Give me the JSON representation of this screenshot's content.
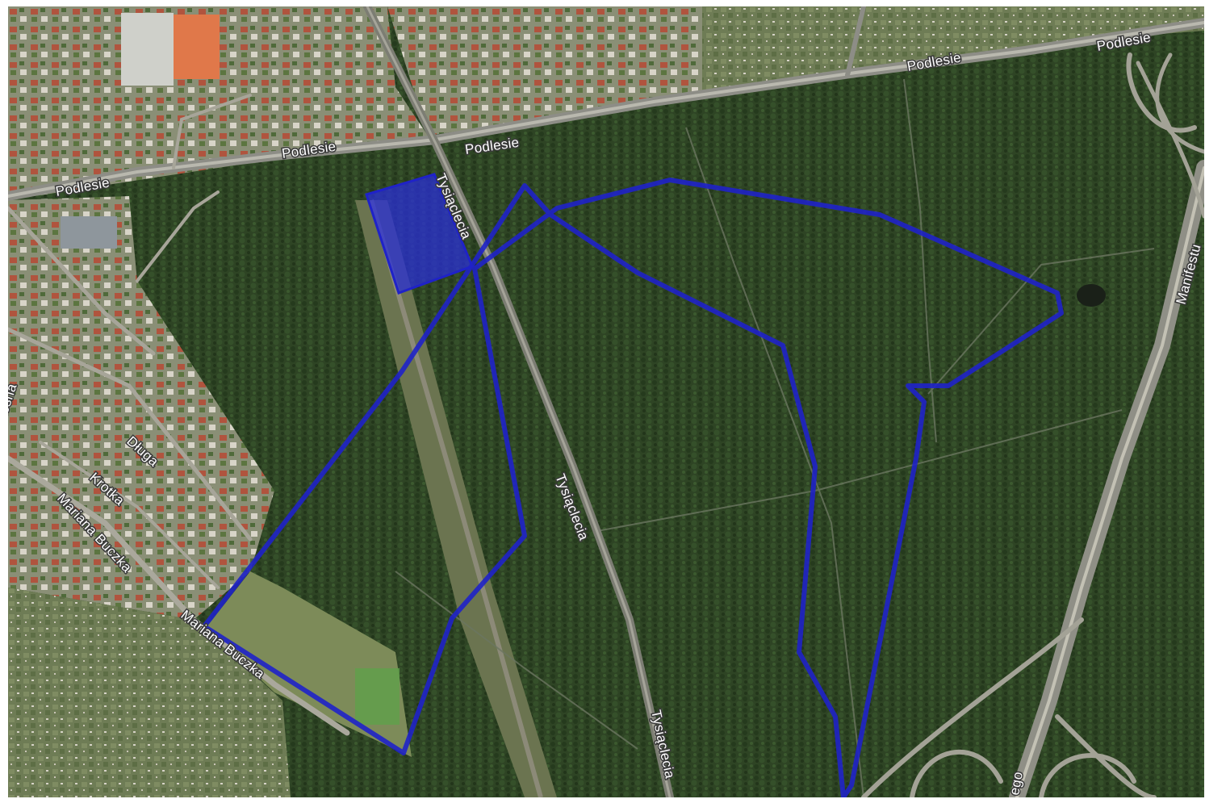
{
  "map": {
    "view": "satellite",
    "street_labels": [
      {
        "id": "podlesie-1",
        "text": "Podlesie"
      },
      {
        "id": "podlesie-2",
        "text": "Podlesie"
      },
      {
        "id": "podlesie-3",
        "text": "Podlesie"
      },
      {
        "id": "podlesie-4",
        "text": "Podlesie"
      },
      {
        "id": "podlesie-5",
        "text": "Podlesie"
      },
      {
        "id": "tysiaclecia-1",
        "text": "Tysiąclecia"
      },
      {
        "id": "tysiaclecia-2",
        "text": "Tysiąclecia"
      },
      {
        "id": "tysiaclecia-3",
        "text": "Tysiąclecia"
      },
      {
        "id": "manifestu",
        "text": "Manifestu"
      },
      {
        "id": "lesna",
        "text": "Leśna"
      },
      {
        "id": "dluga",
        "text": "Długa"
      },
      {
        "id": "krotka",
        "text": "Krotka"
      },
      {
        "id": "mariana-buczka-1",
        "text": "Mariana Buczka"
      },
      {
        "id": "mariana-buczka-2",
        "text": "Mariana Buczka"
      },
      {
        "id": "ego-fragment",
        "text": "ego"
      }
    ],
    "overlay": {
      "route_color": "#1f22c8",
      "parcel_color": "#2a2fd6"
    },
    "colors": {
      "forest": "#2e4424",
      "forest_dark": "#23361b",
      "road": "#8d8d86",
      "urban": "#9a9b88",
      "allotments": "#6f7d55"
    }
  }
}
